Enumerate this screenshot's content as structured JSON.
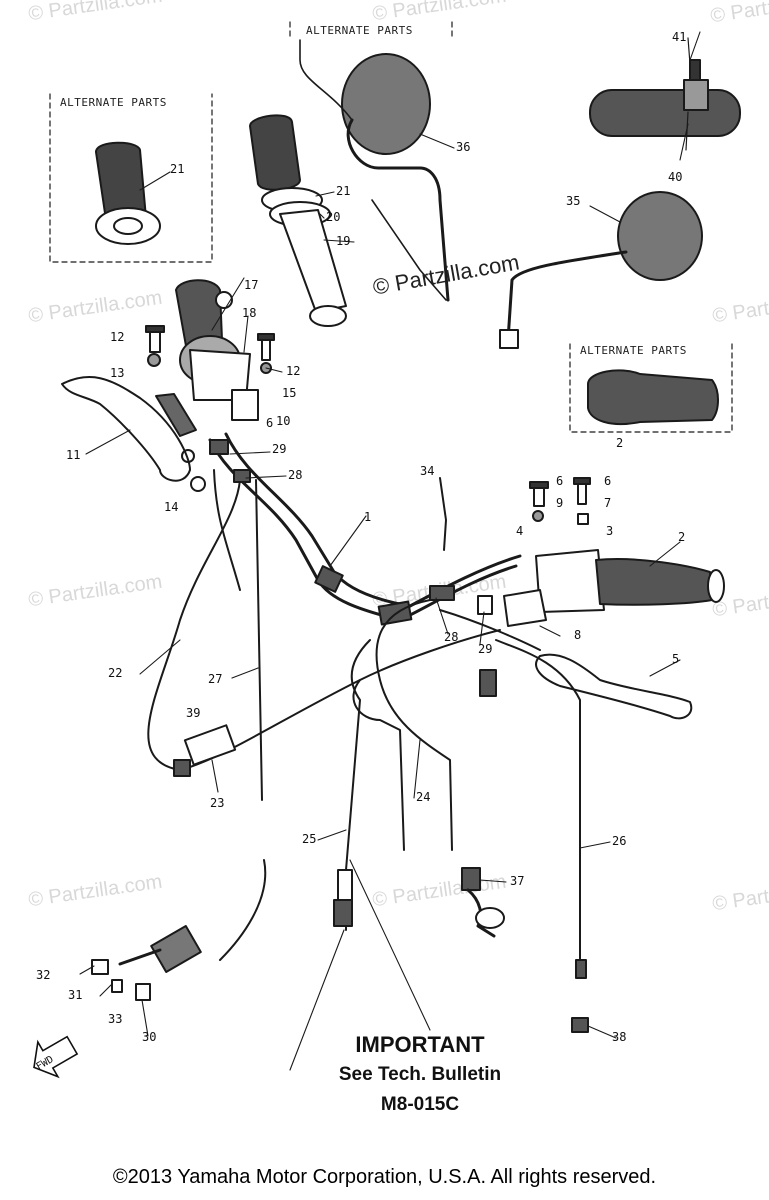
{
  "watermarks": [
    "© Partzilla.com",
    "© Partzilla.com",
    "© Partzilla.com",
    "© Partzilla.com",
    "© Partzilla.com",
    "© Partzilla.com",
    "© Partzilla.com",
    "© Partzilla.com",
    "© Partzilla.com",
    "© Partzilla.com",
    "© Partzilla.com"
  ],
  "center_watermark": "© Partzilla.com",
  "alternate_parts_labels": [
    "ALTERNATE PARTS",
    "ALTERNATE PARTS",
    "ALTERNATE PARTS"
  ],
  "callouts": [
    "41",
    "40",
    "36",
    "21",
    "21",
    "20",
    "19",
    "35",
    "17",
    "18",
    "12",
    "13",
    "12",
    "15",
    "10",
    "6",
    "11",
    "29",
    "28",
    "14",
    "2",
    "34",
    "6",
    "6",
    "9",
    "7",
    "4",
    "3",
    "2",
    "1",
    "28",
    "29",
    "8",
    "5",
    "22",
    "27",
    "39",
    "23",
    "24",
    "25",
    "26",
    "37",
    "32",
    "31",
    "33",
    "30",
    "38"
  ],
  "notice": {
    "title": "IMPORTANT",
    "line1": "See Tech. Bulletin",
    "line2": "M8-015C"
  },
  "fwd_label": "FWD",
  "copyright": "©2013 Yamaha Motor Corporation, U.S.A. All rights reserved."
}
